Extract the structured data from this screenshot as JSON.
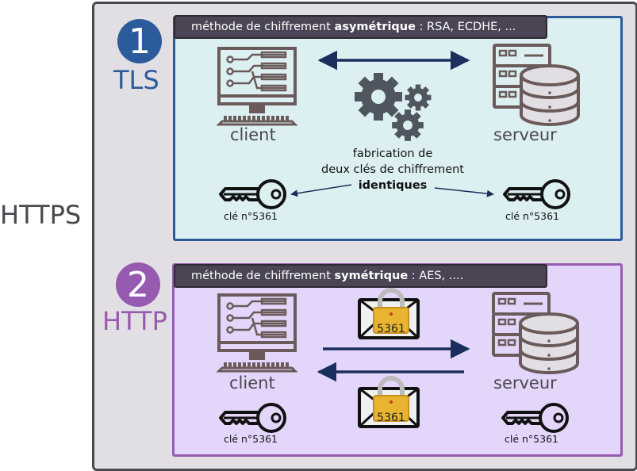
{
  "outer": {
    "label": "HTTPS"
  },
  "tls": {
    "step": "1",
    "label": "TLS",
    "header_prefix": "méthode de chiffrement ",
    "header_bold": "asymétrique",
    "header_suffix": " : RSA, ECDHE, ...",
    "client_label": "client",
    "server_label": "serveur",
    "fabrication_line1": "fabrication de",
    "fabrication_line2": "deux clés de chiffrement",
    "fabrication_bold": "identiques",
    "key_client_label": "clé n°5361",
    "key_server_label": "clé n°5361"
  },
  "http": {
    "step": "2",
    "label": "HTTP",
    "header_prefix": "méthode de chiffrement ",
    "header_bold": "symétrique",
    "header_suffix": " : AES, ....",
    "client_label": "client",
    "server_label": "serveur",
    "lock_top_number": "5361",
    "lock_bottom_number": "5361",
    "key_client_label": "clé n°5361",
    "key_server_label": "clé n°5361"
  },
  "colors": {
    "tls_accent": "#2c5b9c",
    "http_accent": "#965ab1",
    "icon_brown": "#6b5a5a",
    "gear_gray": "#4f5660",
    "arrow_navy": "#1b2f5e",
    "lock_gold": "#e9b530"
  },
  "icons": [
    "computer-icon",
    "server-icon",
    "gears-icon",
    "key-icon",
    "envelope-icon",
    "padlock-icon",
    "double-arrow-icon"
  ]
}
